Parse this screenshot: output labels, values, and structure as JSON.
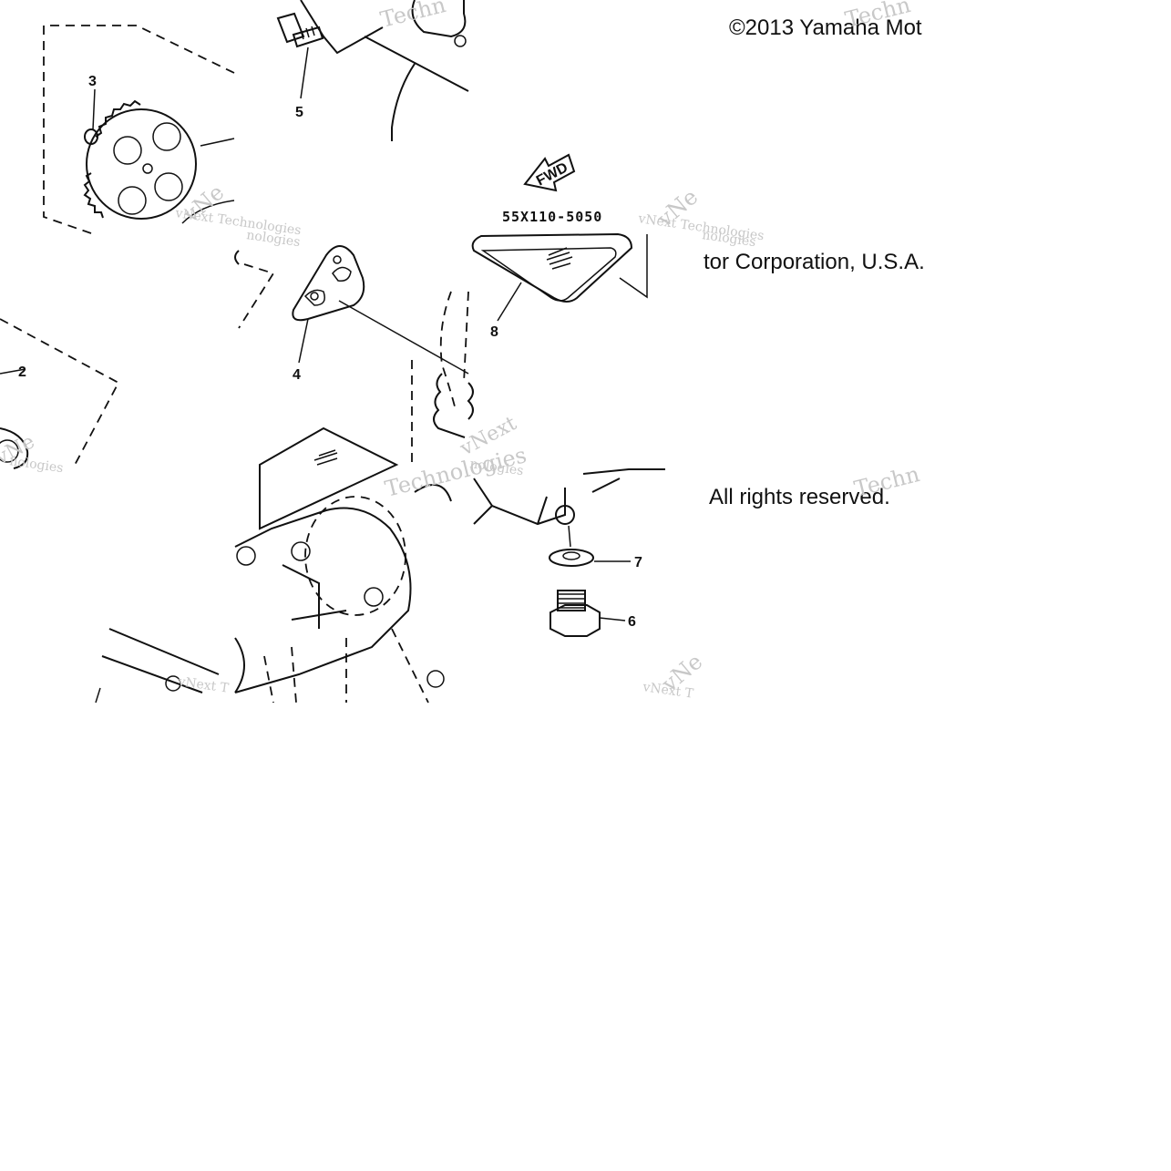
{
  "copyright": {
    "line1": "©2013 Yamaha Mot",
    "line2": "tor Corporation, U.S.A.",
    "line3": "All rights reserved."
  },
  "part_number": "55X110-5050",
  "fwd_label": "FWD",
  "callouts": [
    {
      "id": "2",
      "label": "2"
    },
    {
      "id": "3",
      "label": "3"
    },
    {
      "id": "4",
      "label": "4"
    },
    {
      "id": "5",
      "label": "5"
    },
    {
      "id": "6",
      "label": "6"
    },
    {
      "id": "7",
      "label": "7"
    },
    {
      "id": "8",
      "label": "8"
    }
  ],
  "watermarks": {
    "brand": "vNext Technologies",
    "frag_tech": "Techn",
    "frag_technologies": "Technologies",
    "frag_next": "vNext",
    "frag_ne": "vNe",
    "frag_nologies": "nologies",
    "frag_vnext_t": "vNext T"
  }
}
